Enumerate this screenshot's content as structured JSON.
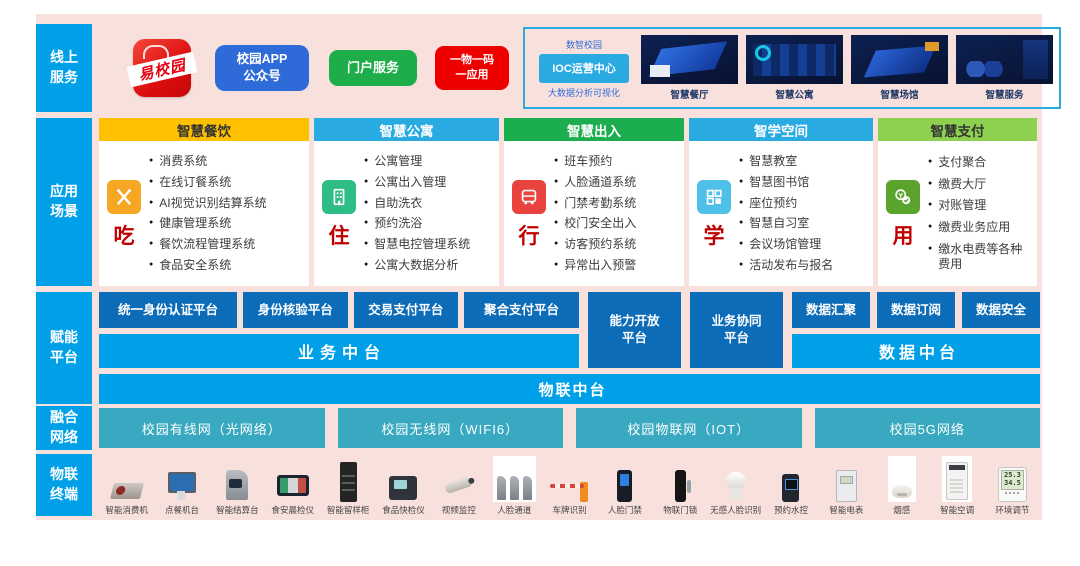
{
  "colors": {
    "background_pink": "#f8e0dd",
    "sidebar_cyan": "#00a0e9",
    "platform_dark_blue": "#0c6cb8",
    "platform_light_cyan": "#00a0e9",
    "network_teal": "#38a9c0",
    "header_yellow": "#ffc000",
    "header_cyan": "#29abe2",
    "header_green": "#1cae4e",
    "header_light_green": "#8ed04f",
    "accent_red": "#e60012",
    "char_red": "#c00000"
  },
  "sidebar": {
    "labels": [
      "线上\n服务",
      "应用\n场景",
      "赋能\n平台",
      "融合\n网络",
      "物联\n终端"
    ]
  },
  "online": {
    "logo": "易校园",
    "app_btn": "校园APP\n公众号",
    "portal_btn": "门户服务",
    "code_btn": "一物一码\n一应用",
    "ioc": {
      "title": "数智校园",
      "center_btn": "IOC运营中心",
      "caption": "大数据分析可视化",
      "screens": [
        "智慧餐厅",
        "智慧公寓",
        "智慧场馆",
        "智慧服务"
      ]
    }
  },
  "scenarios": {
    "columns": [
      {
        "title": "智慧餐饮",
        "char": "吃",
        "icon": "utensils-icon",
        "items": [
          "消费系统",
          "在线订餐系统",
          "AI视觉识别结算系统",
          "健康管理系统",
          "餐饮流程管理系统",
          "食品安全系统"
        ]
      },
      {
        "title": "智慧公寓",
        "char": "住",
        "icon": "building-icon",
        "items": [
          "公寓管理",
          "公寓出入管理",
          "自助洗衣",
          "预约洗浴",
          "智慧电控管理系统",
          "公寓大数据分析"
        ]
      },
      {
        "title": "智慧出入",
        "char": "行",
        "icon": "bus-icon",
        "items": [
          "班车预约",
          "人脸通道系统",
          "门禁考勤系统",
          "校门安全出入",
          "访客预约系统",
          "异常出入预警"
        ]
      },
      {
        "title": "智学空间",
        "char": "学",
        "icon": "grid-icon",
        "items": [
          "智慧教室",
          "智慧图书馆",
          "座位预约",
          "智慧自习室",
          "会议场馆管理",
          "活动发布与报名"
        ]
      },
      {
        "title": "智慧支付",
        "char": "用",
        "icon": "coins-icon",
        "items": [
          "支付聚合",
          "缴费大厅",
          "对账管理",
          "缴费业务应用",
          "缴水电费等各种费用"
        ]
      }
    ]
  },
  "platform": {
    "identity_buttons": [
      "统一身份认证平台",
      "身份核验平台",
      "交易支付平台",
      "聚合支付平台"
    ],
    "business_bar": "业务中台",
    "tall_buttons": [
      "能力开放\n平台",
      "业务协同\n平台"
    ],
    "data_buttons": [
      "数据汇聚",
      "数据订阅",
      "数据安全"
    ],
    "data_bar": "数据中台",
    "iot_bar": "物联中台"
  },
  "network": {
    "buttons": [
      "校园有线网（光网络）",
      "校园无线网（WIFI6）",
      "校园物联网（IOT）",
      "校园5G网络"
    ]
  },
  "terminals": {
    "devices": [
      "智能消费机",
      "点餐机台",
      "智能结算台",
      "食安晨检仪",
      "智能留样柜",
      "食品快检仪",
      "视频监控",
      "人脸通道",
      "车牌识别",
      "人脸门禁",
      "物联门锁",
      "无感人脸识别",
      "预约水控",
      "智能电表",
      "烟感",
      "智能空调",
      "环境调节"
    ],
    "env": {
      "temp": "25.3",
      "humidity": "34.5"
    }
  }
}
